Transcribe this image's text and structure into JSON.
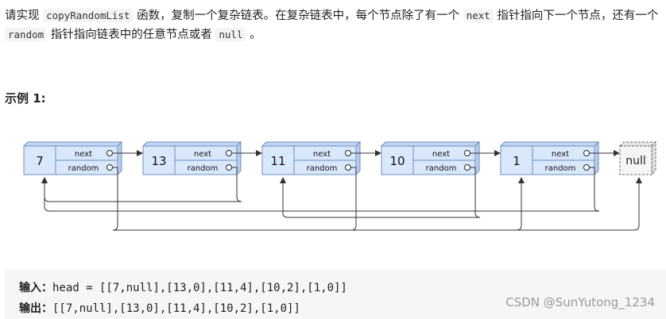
{
  "description": {
    "p1": "请实现 ",
    "code1": "copyRandomList",
    "p2": " 函数，复制一个复杂链表。在复杂链表中，每个节点除了有一个 ",
    "code2": "next",
    "p3": " 指针指向下一个节点，还有一个 ",
    "code3": "random",
    "p4": " 指针指向链表中的任意节点或者 ",
    "code4": "null",
    "p5": " 。"
  },
  "example_heading": "示例 1:",
  "diagram": {
    "nodes": [
      {
        "value": "7"
      },
      {
        "value": "13"
      },
      {
        "value": "11"
      },
      {
        "value": "10"
      },
      {
        "value": "1"
      }
    ],
    "next_label": "next",
    "random_label": "random",
    "null_label": "null",
    "random_links": [
      null,
      0,
      4,
      2,
      0
    ]
  },
  "io": {
    "input_label": "输入：",
    "input_value": "head = [[7,null],[13,0],[11,4],[10,2],[1,0]]",
    "output_label": "输出：",
    "output_value": "[[7,null],[13,0],[11,4],[10,2],[1,0]]"
  },
  "watermark": "CSDN @SunYutong_1234",
  "colors": {
    "node_fill": "#dae8fc",
    "node_stroke": "#6c8ebf",
    "arrow": "#333333",
    "null_fill": "#f5f5f5",
    "null_stroke": "#666666"
  }
}
